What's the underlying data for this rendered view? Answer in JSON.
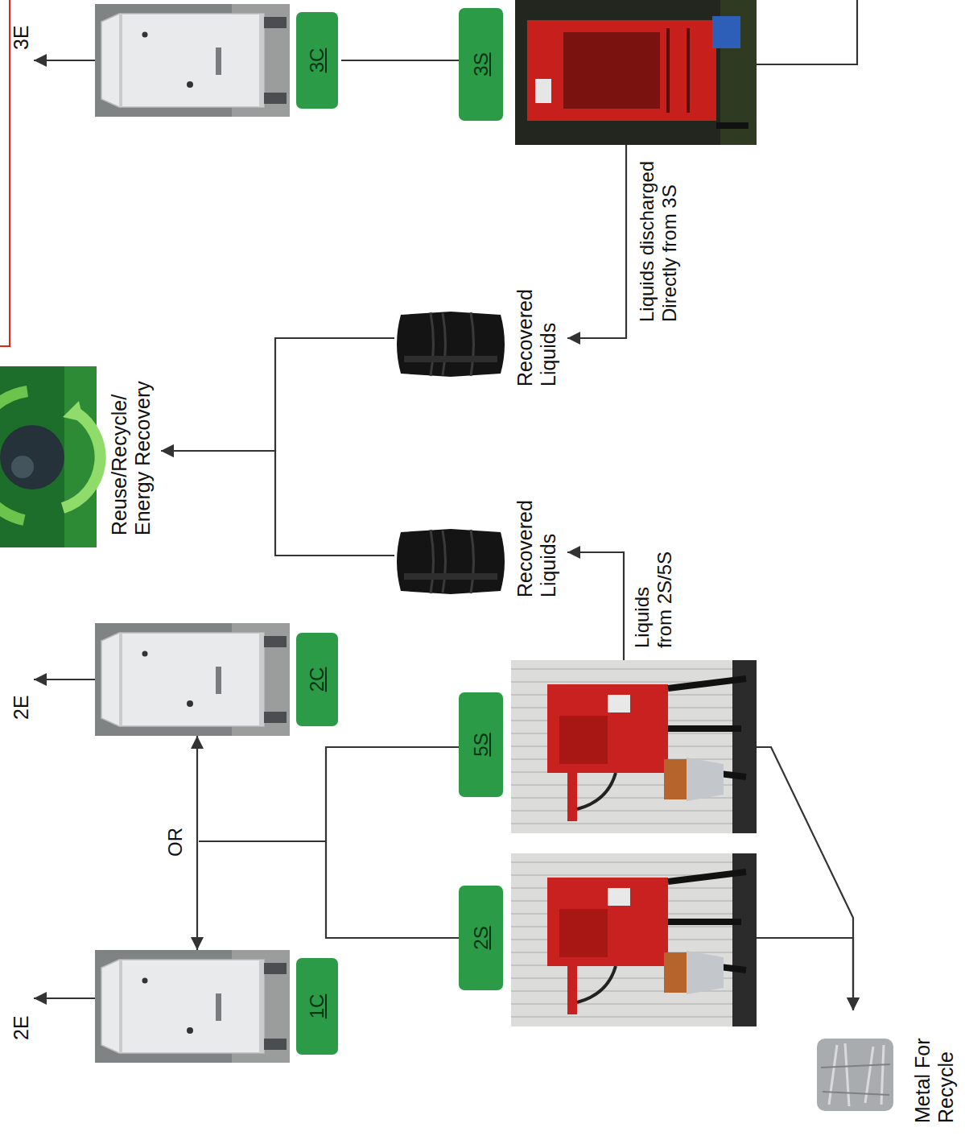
{
  "diagram": {
    "nodes": [
      {
        "text": [
          "1C"
        ]
      },
      {
        "text": [
          "2C"
        ]
      },
      {
        "text": [
          "Reuse/Recycle/ Energy Recovery"
        ]
      },
      {
        "text": [
          "3C"
        ]
      },
      {
        "text": [
          "2S"
        ]
      },
      {
        "text": [
          "5S"
        ]
      },
      {
        "text": [
          "Recovered Liquids"
        ]
      },
      {
        "text": [
          "Recovered Liquids"
        ]
      },
      {
        "text": [
          "3S"
        ]
      },
      {
        "text": [
          "Metal For Recycle"
        ]
      }
    ],
    "edges": [
      {
        "from": 0,
        "to": 1,
        "arrow": "both",
        "label": "OR"
      },
      {
        "from": 3,
        "to": 8,
        "arrow": "none"
      },
      {
        "from": 4,
        "to": 9,
        "arrow": "to"
      },
      {
        "from": 5,
        "to": 9,
        "arrow": "to"
      },
      {
        "from": 5,
        "to": 6,
        "arrow": "to",
        "label": "Liquids from 2S/5S"
      },
      {
        "from": 8,
        "to": 7,
        "arrow": "to",
        "label": "Liquids discharged Directly from 3S"
      },
      {
        "from": 6,
        "to": 2,
        "arrow": "to"
      },
      {
        "from": 7,
        "to": 2,
        "arrow": "to"
      }
    ],
    "labels": [
      "2E",
      "2E",
      "3E"
    ]
  }
}
